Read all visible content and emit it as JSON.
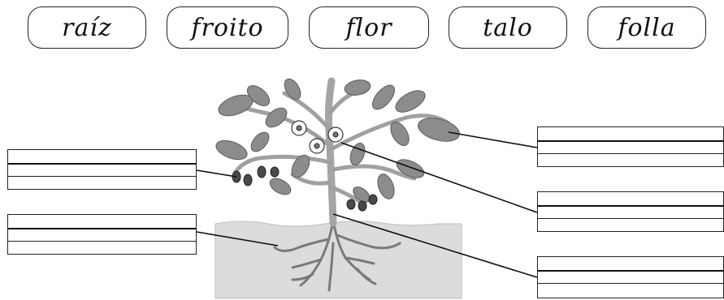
{
  "words": [
    {
      "key": "raiz",
      "label": "raíz"
    },
    {
      "key": "froito",
      "label": "froito"
    },
    {
      "key": "flor",
      "label": "flor"
    },
    {
      "key": "talo",
      "label": "talo"
    },
    {
      "key": "folla",
      "label": "folla"
    }
  ],
  "answers": {
    "left_top": "",
    "left_bottom": "",
    "right_top": "",
    "right_middle": "",
    "right_bottom": ""
  },
  "colors": {
    "ink": "#111111",
    "soil": "#d9d9d9",
    "leaf": "#8a8a8a",
    "leaf_dark": "#5a5a5a",
    "stem": "#9a9a9a"
  },
  "icons": {
    "plant": "plant-illustration"
  }
}
